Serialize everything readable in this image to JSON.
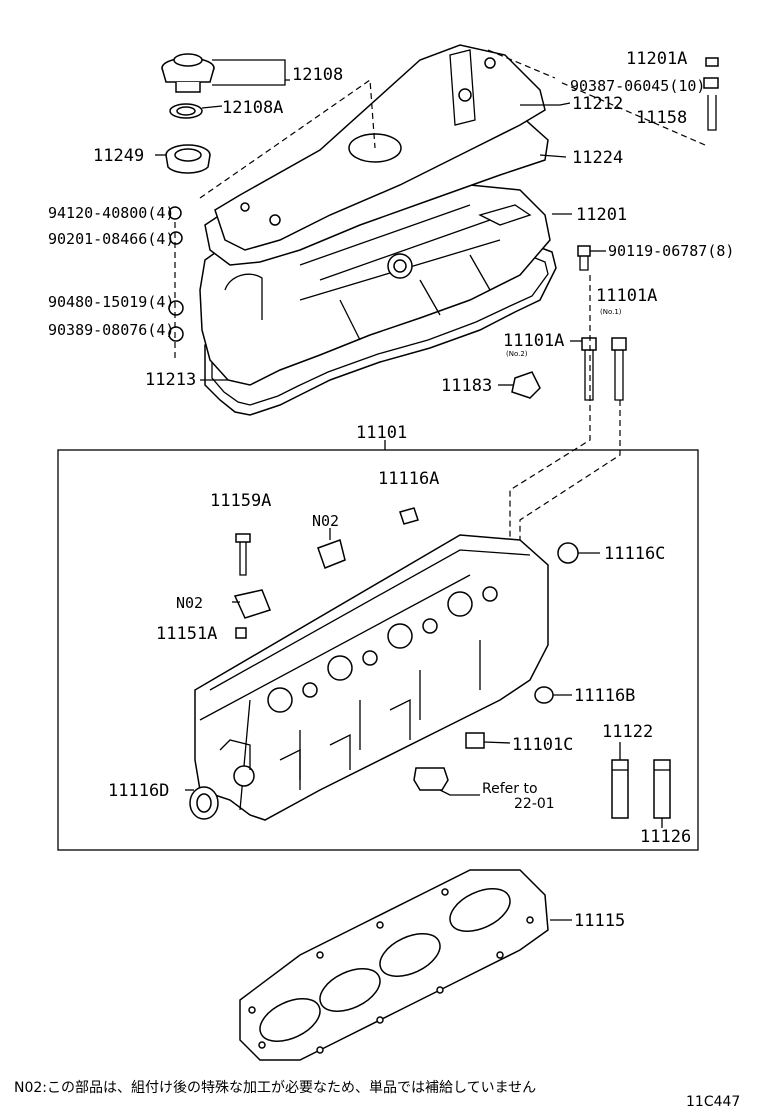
{
  "labels": {
    "p12108": "12108",
    "p12108a": "12108A",
    "p11249": "11249",
    "p94120": "94120-40800(4)",
    "p90201": "90201-08466(4)",
    "p90480": "90480-15019(4)",
    "p90389": "90389-08076(4)",
    "p11213": "11213",
    "p11201a": "11201A",
    "p90387": "90387-06045(10)",
    "p11212": "11212",
    "p11158": "11158",
    "p11224": "11224",
    "p11201": "11201",
    "p90119": "90119-06787(8)",
    "p11101a_no1": "11101A",
    "no1": "(No.1)",
    "p11101a_no2": "11101A",
    "no2": "(No.2)",
    "p11183": "11183",
    "p11101": "11101",
    "p11116a": "11116A",
    "p11159a": "11159A",
    "n02_a": "N02",
    "p11116c": "11116C",
    "n02_b": "N02",
    "p11151a": "11151A",
    "p11116b": "11116B",
    "p11122": "11122",
    "p11101c": "11101C",
    "p11116d": "11116D",
    "refer_to": "Refer to",
    "refer_page": "22-01",
    "p11126": "11126",
    "p11115": "11115"
  },
  "footnote": "N02:この部品は、組付け後の特殊な加工が必要なため、単品では補給していません",
  "diagram_code": "11C447"
}
